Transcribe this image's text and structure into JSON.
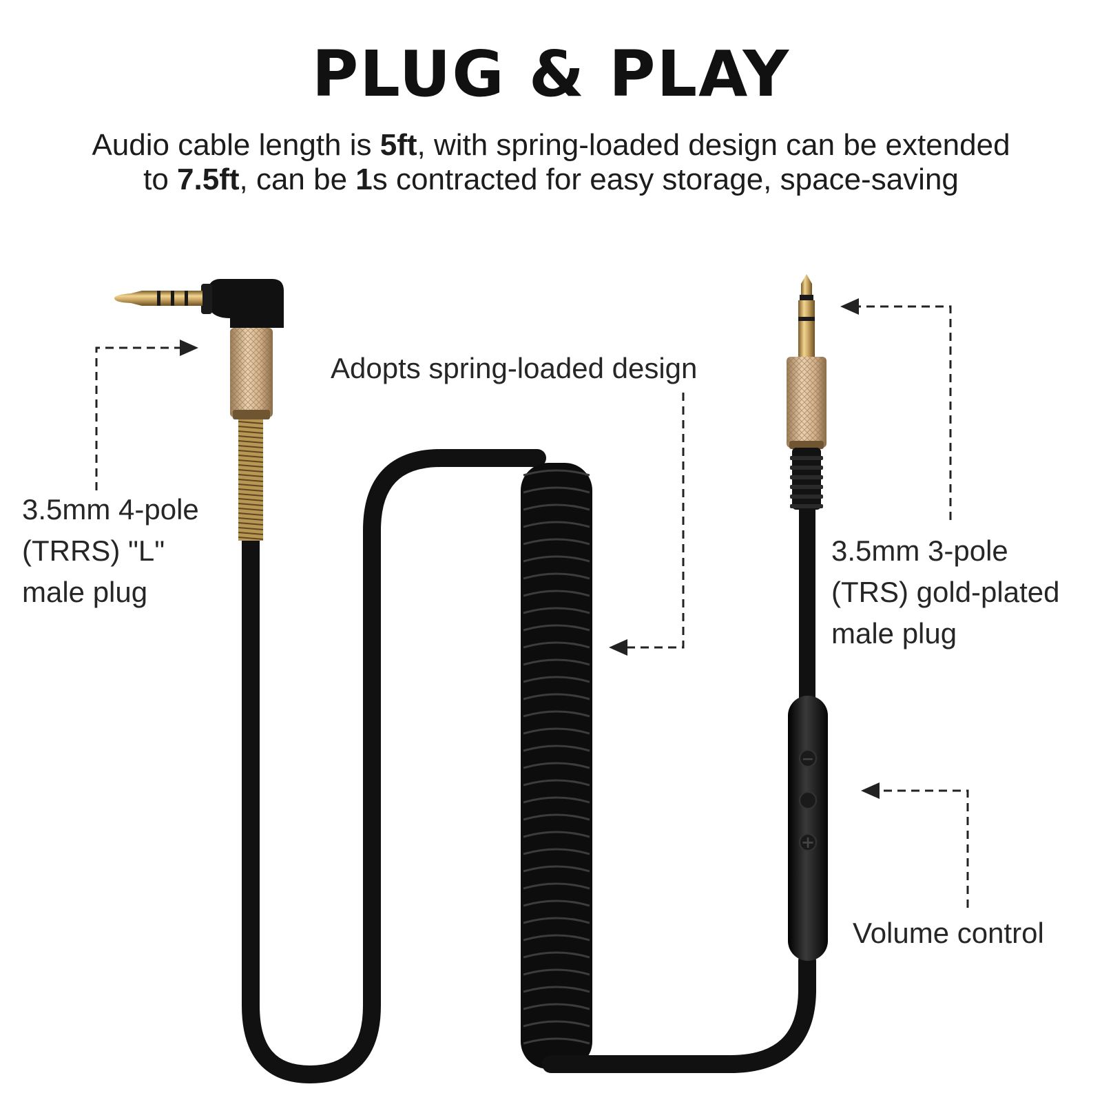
{
  "title": "PLUG & PLAY",
  "subtitle": {
    "line1": [
      "Audio cable length is ",
      "5ft",
      ", with spring-loaded design can be extended"
    ],
    "line2": [
      "to ",
      "7.5ft",
      ", can be ",
      "1",
      "s contracted for easy storage, space-saving"
    ]
  },
  "labels": {
    "spring": "Adopts spring-loaded design",
    "trrs": [
      "3.5mm 4-pole",
      "(TRRS) \"L\"",
      "male plug"
    ],
    "trs": [
      "3.5mm 3-pole",
      "(TRS) gold-plated",
      "male plug"
    ],
    "volume": "Volume control"
  },
  "remote_buttons": [
    "−",
    "+"
  ],
  "colors": {
    "cable": "#111111",
    "gold": "#c9a664",
    "gold_dark": "#8a6a32",
    "rose_gold": "#d4b28c",
    "arrow": "#222222"
  }
}
